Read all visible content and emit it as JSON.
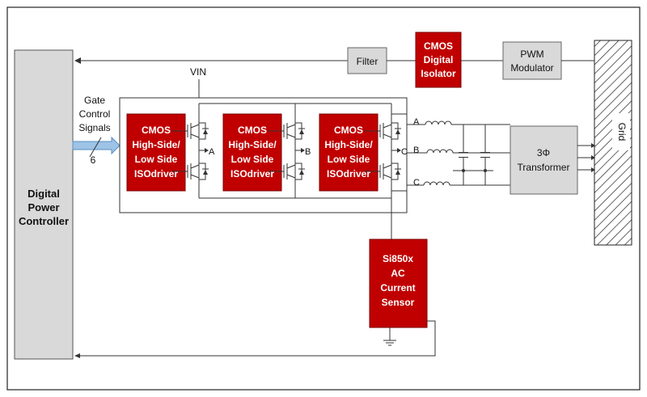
{
  "controller": {
    "lines": [
      "Digital",
      "Power",
      "Controller"
    ]
  },
  "gate_signals": {
    "lines": [
      "Gate",
      "Control",
      "Signals"
    ],
    "count": "6"
  },
  "vin": "VIN",
  "drivers": [
    {
      "lines": [
        "CMOS",
        "High-Side/",
        "Low Side",
        "ISOdriver"
      ]
    },
    {
      "lines": [
        "CMOS",
        "High-Side/",
        "Low Side",
        "ISOdriver"
      ]
    },
    {
      "lines": [
        "CMOS",
        "High-Side/",
        "Low Side",
        "ISOdriver"
      ]
    }
  ],
  "phase_nodes": [
    "A",
    "B",
    "C"
  ],
  "phase_outputs": [
    "A",
    "B",
    "C"
  ],
  "filter": "Filter",
  "isolator": {
    "lines": [
      "CMOS",
      "Digital",
      "Isolator"
    ]
  },
  "pwm": {
    "lines": [
      "PWM",
      "Modulator"
    ]
  },
  "transformer": {
    "lines": [
      "3Φ",
      "Transformer"
    ]
  },
  "grid": "Grid",
  "sensor": {
    "lines": [
      "Si850x",
      "AC",
      "Current",
      "Sensor"
    ]
  },
  "colors": {
    "driver_red": "#c00000",
    "box_gray": "#d9d9d9",
    "arrow_blue": "#9dc3e6"
  }
}
